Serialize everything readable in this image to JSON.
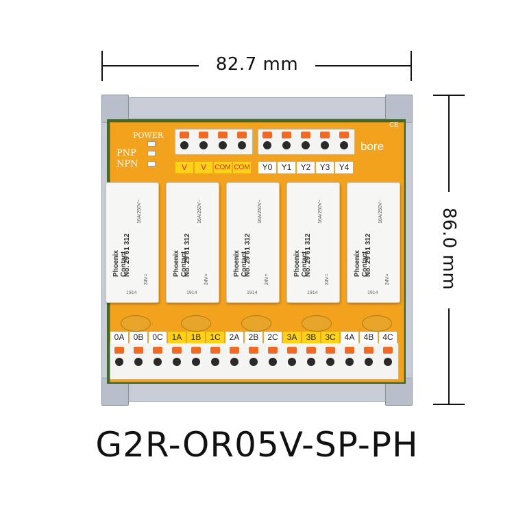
{
  "dimensions": {
    "width_label": "82.7 mm",
    "height_label": "86.0 mm"
  },
  "product": {
    "model": "G2R-OR05V-SP-PH",
    "brand": "bore"
  },
  "board_silk": {
    "power": "POWER",
    "pnp": "PNP",
    "npn": "NPN",
    "ce": "CE"
  },
  "top_terminals": {
    "supply": [
      "V",
      "V",
      "COM",
      "COM"
    ],
    "outputs": [
      "Y0",
      "Y1",
      "Y2",
      "Y3",
      "Y4"
    ]
  },
  "relays": [
    {
      "brand": "Phoenix Contact",
      "part": "No. 29 61 312",
      "year": "1914",
      "rating": "16A/250V~",
      "coil": "24V="
    },
    {
      "brand": "Phoenix Contact",
      "part": "No. 29 61 312",
      "year": "1914",
      "rating": "16A/250V~",
      "coil": "24V="
    },
    {
      "brand": "Phoenix Contact",
      "part": "No. 29 61 312",
      "year": "1914",
      "rating": "16A/250V~",
      "coil": "24V="
    },
    {
      "brand": "Phoenix Contact",
      "part": "No. 29 61 312",
      "year": "1914",
      "rating": "16A/250V~",
      "coil": "24V="
    },
    {
      "brand": "Phoenix Contact",
      "part": "No. 29 61 312",
      "year": "1914",
      "rating": "16A/250V~",
      "coil": "24V="
    }
  ],
  "bottom_terminals": [
    "0A",
    "0B",
    "0C",
    "1A",
    "1B",
    "1C",
    "2A",
    "2B",
    "2C",
    "3A",
    "3B",
    "3C",
    "4A",
    "4B",
    "4C"
  ],
  "colors": {
    "pcb": "#f3a21d",
    "rail": "#c7ccd6",
    "lever": "#f06a24",
    "label_yellow": "#ffd21a"
  }
}
